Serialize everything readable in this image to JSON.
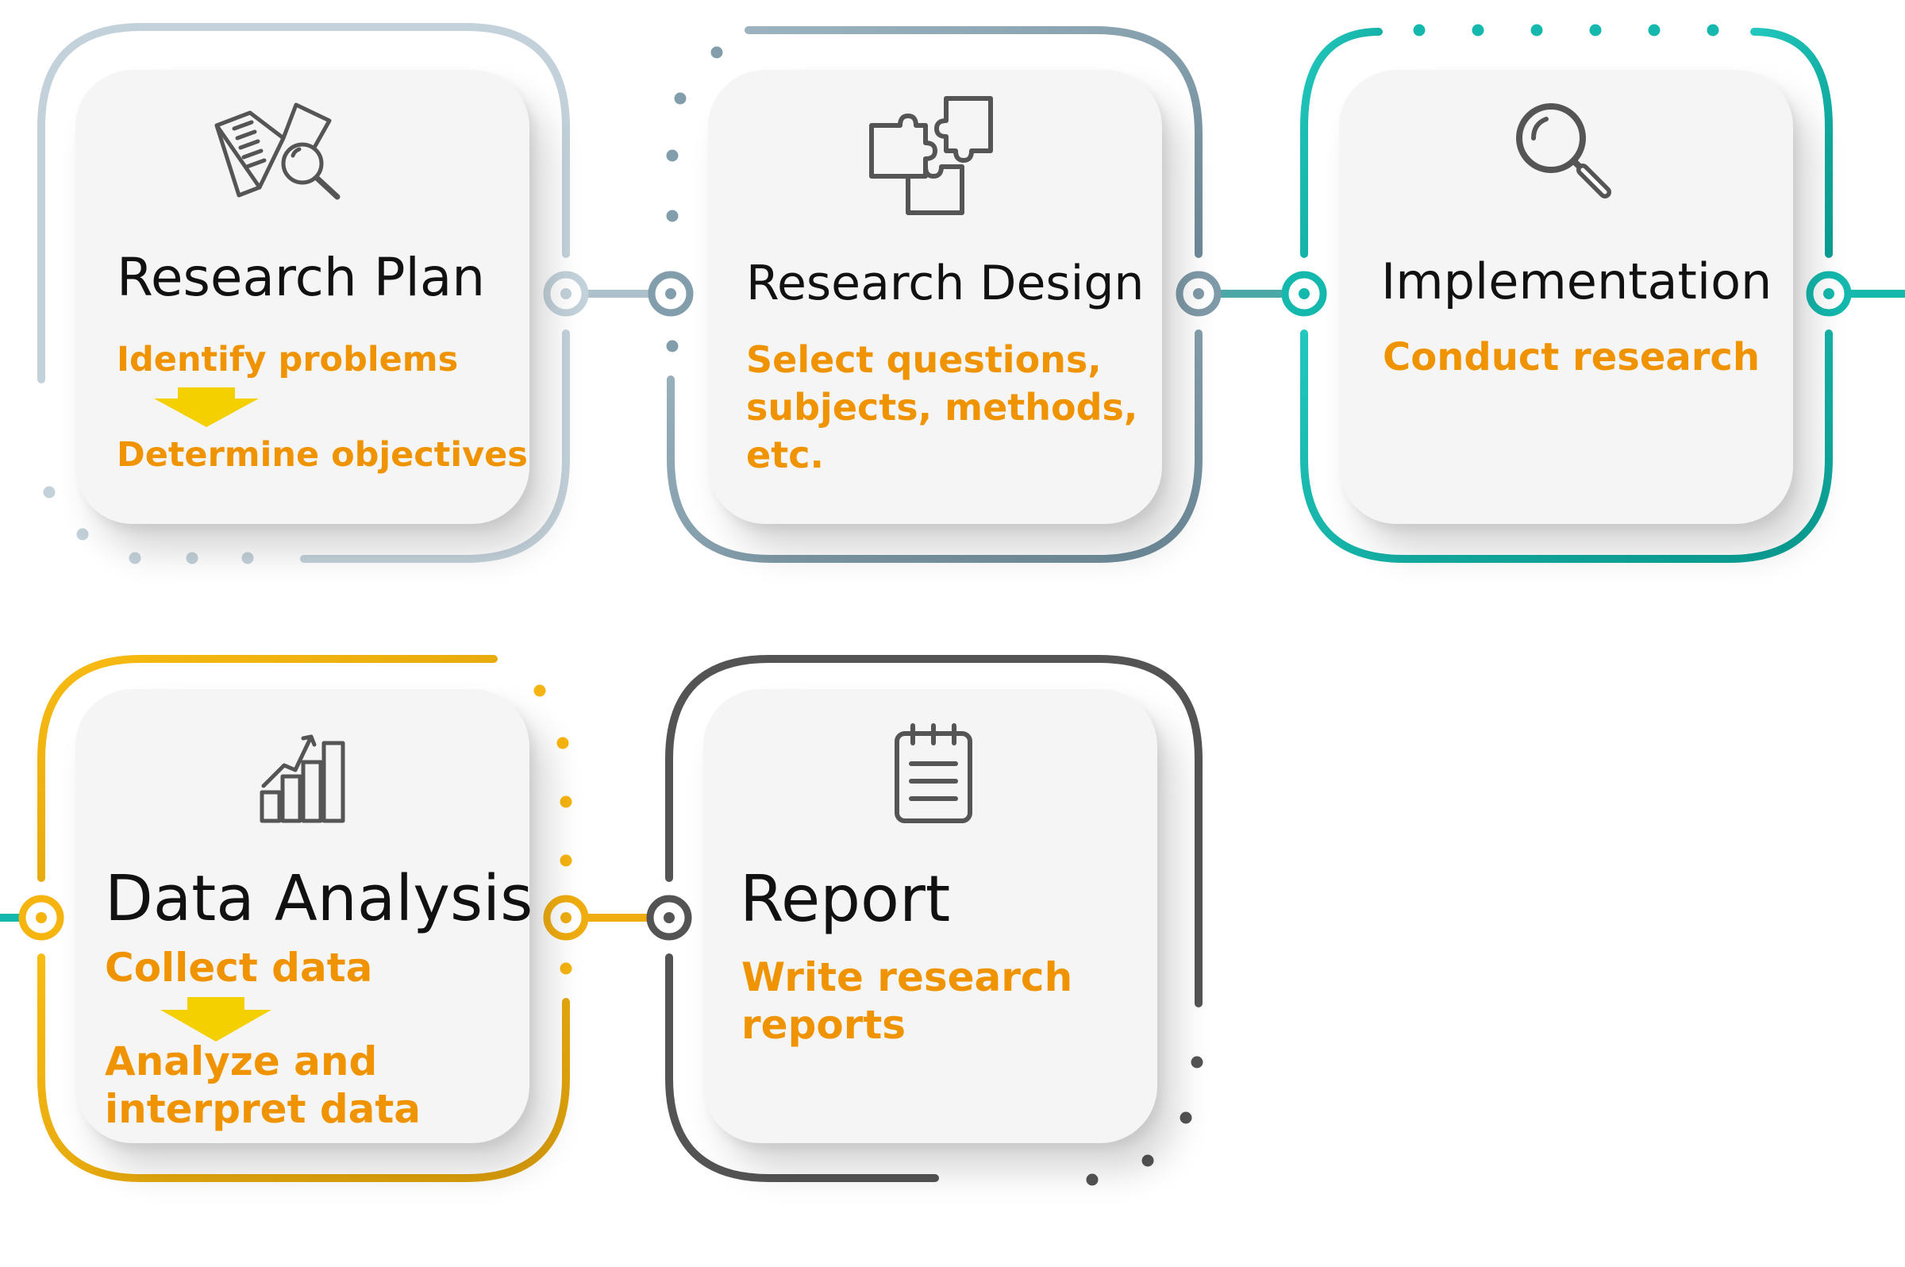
{
  "colors": {
    "plan": "#c3d1da",
    "design": "#829dac",
    "implementation": "#14b8ad",
    "analysis": "#f6b40f",
    "report": "#545454",
    "text_accent": "#ef9400",
    "arrow": "#f4d000"
  },
  "steps": [
    {
      "title": "Research Plan",
      "icon": "book-search-icon",
      "lines": [
        "Identify problems",
        "Determine objectives"
      ]
    },
    {
      "title": "Research Design",
      "icon": "puzzle-icon",
      "lines": [
        "Select questions,",
        "subjects, methods,",
        "etc."
      ]
    },
    {
      "title": "Implementation",
      "icon": "magnifier-icon",
      "lines": [
        "Conduct research"
      ]
    },
    {
      "title": "Data Analysis",
      "icon": "bar-chart-icon",
      "lines": [
        "Collect data",
        "Analyze and",
        "interpret data"
      ]
    },
    {
      "title": "Report",
      "icon": "clipboard-icon",
      "lines": [
        "Write research",
        "reports"
      ]
    }
  ]
}
